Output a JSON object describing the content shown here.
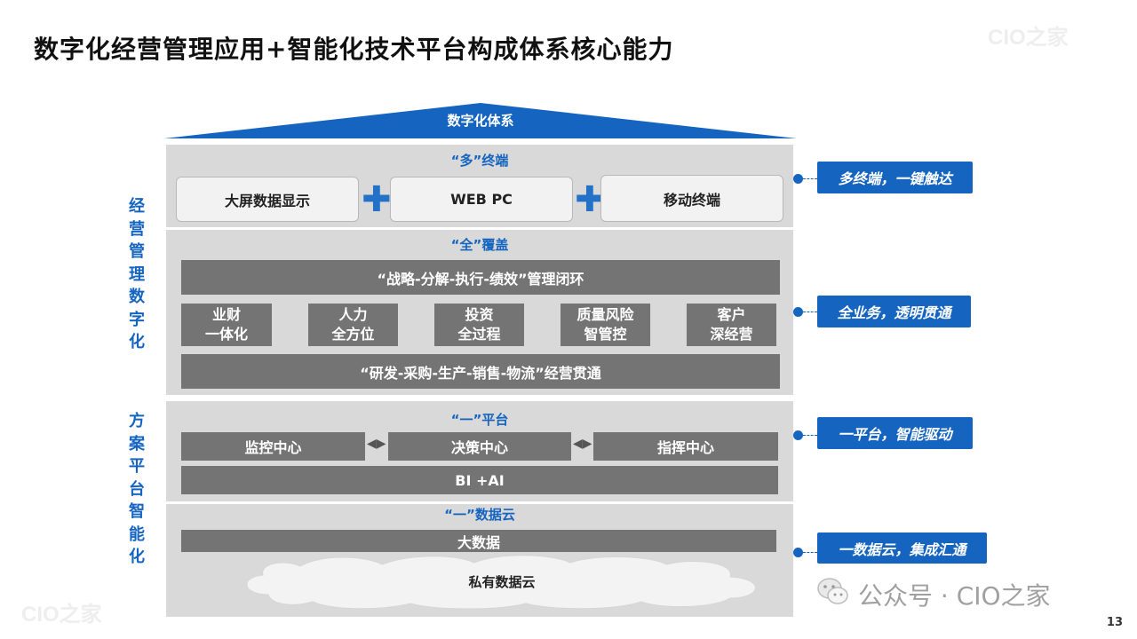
{
  "title": "数字化经营管理应用+智能化技术平台构成体系核心能力",
  "watermark": "CIO之家",
  "roof_label": "数字化体系",
  "side_labels": {
    "top": "经营管理数字化",
    "bottom": "方案平台智能化"
  },
  "sections": {
    "terminals": {
      "title": "“多”终端",
      "items": [
        "大屏数据显示",
        "WEB PC",
        "移动终端"
      ]
    },
    "coverage": {
      "title": "“全”覆盖",
      "top_bar": "“战略-分解-执行-绩效”管理闭环",
      "cells": [
        [
          "业财",
          "一体化"
        ],
        [
          "人力",
          "全方位"
        ],
        [
          "投资",
          "全过程"
        ],
        [
          "质量风险",
          "智管控"
        ],
        [
          "客户",
          "深经营"
        ]
      ],
      "bottom_bar": "“研发-采购-生产-销售-物流”经营贯通"
    },
    "platform": {
      "title": "“一”平台",
      "centers": [
        "监控中心",
        "决策中心",
        "指挥中心"
      ],
      "bar": "BI +AI"
    },
    "cloud": {
      "title": "“一”数据云",
      "bar": "大数据",
      "private_cloud": "私有数据云"
    }
  },
  "callouts": [
    "多终端，一键触达",
    "全业务，透明贯通",
    "一平台，智能驱动",
    "一数据云，集成汇通"
  ],
  "footer": {
    "wechat": "公众号 · CIO之家",
    "page_number": "13"
  },
  "colors": {
    "accent": "#1565c0",
    "band": "#d9d9d9",
    "bar": "#747474"
  }
}
